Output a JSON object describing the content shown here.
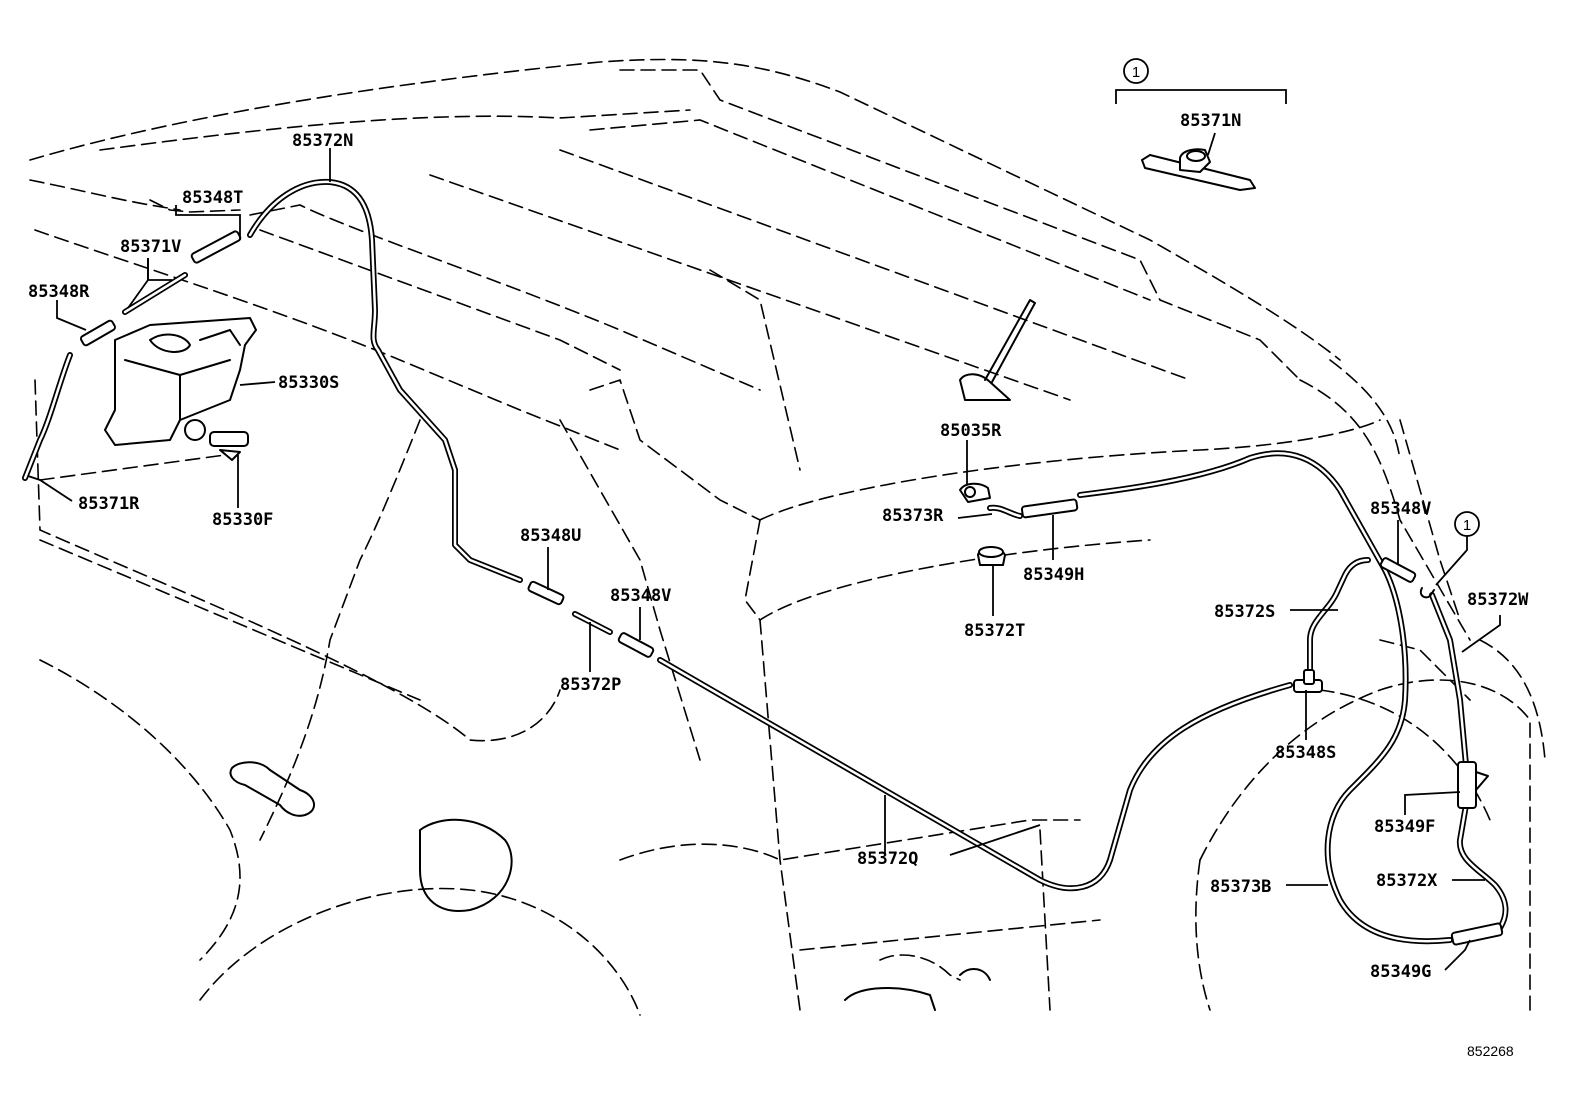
{
  "diagram": {
    "ref_code": "852268",
    "callout_symbol": "1",
    "parts": {
      "p85372N": "85372N",
      "p85348T": "85348T",
      "p85371V": "85371V",
      "p85348R": "85348R",
      "p85330S": "85330S",
      "p85371R": "85371R",
      "p85330F": "85330F",
      "p85348U": "85348U",
      "p85348V_mid": "85348V",
      "p85372P": "85372P",
      "p85372Q": "85372Q",
      "p85035R": "85035R",
      "p85373R": "85373R",
      "p85349H": "85349H",
      "p85372T": "85372T",
      "p85371N": "85371N",
      "p85348V_right": "85348V",
      "p85372S": "85372S",
      "p85372W": "85372W",
      "p85348S": "85348S",
      "p85349F": "85349F",
      "p85373B": "85373B",
      "p85372X": "85372X",
      "p85349G": "85349G"
    }
  }
}
